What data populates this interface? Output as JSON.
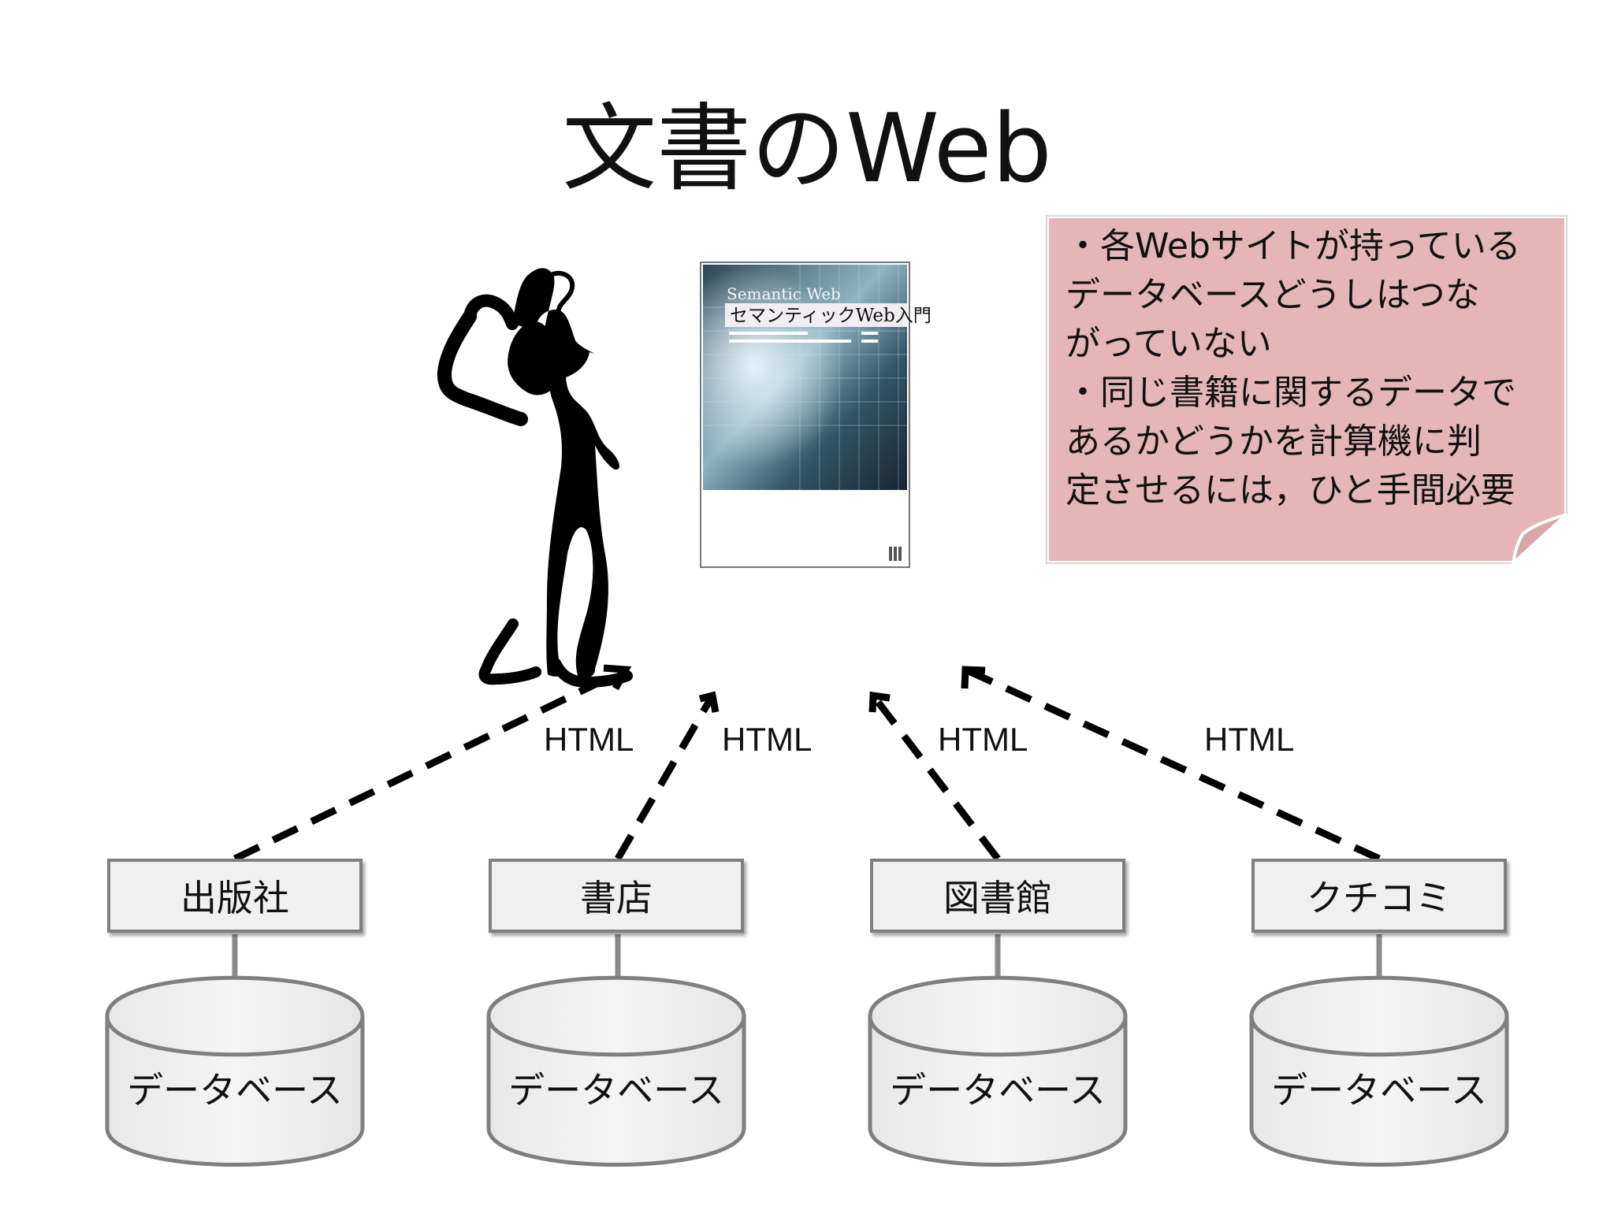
{
  "title": "文書のWeb",
  "book": {
    "series": "Semantic Web",
    "title": "セマンティックWeb入門"
  },
  "note": {
    "lines": [
      "・各Webサイトが持っている",
      "データベースどうしはつな",
      "がっていない",
      "・同じ書籍に関するデータで",
      "あるかどうかを計算機に判",
      "定させるには，ひと手間必要"
    ],
    "background_color": "#e5b6b8"
  },
  "html_labels": [
    "HTML",
    "HTML",
    "HTML",
    "HTML"
  ],
  "sources": [
    {
      "name": "出版社",
      "database": "データベース"
    },
    {
      "name": "書店",
      "database": "データベース"
    },
    {
      "name": "図書館",
      "database": "データベース"
    },
    {
      "name": "クチコミ",
      "database": "データベース"
    }
  ],
  "icons": {
    "person": "confused-person-icon",
    "question": "question-mark-icon",
    "book": "book-cover-icon",
    "database": "database-cylinder-icon"
  }
}
